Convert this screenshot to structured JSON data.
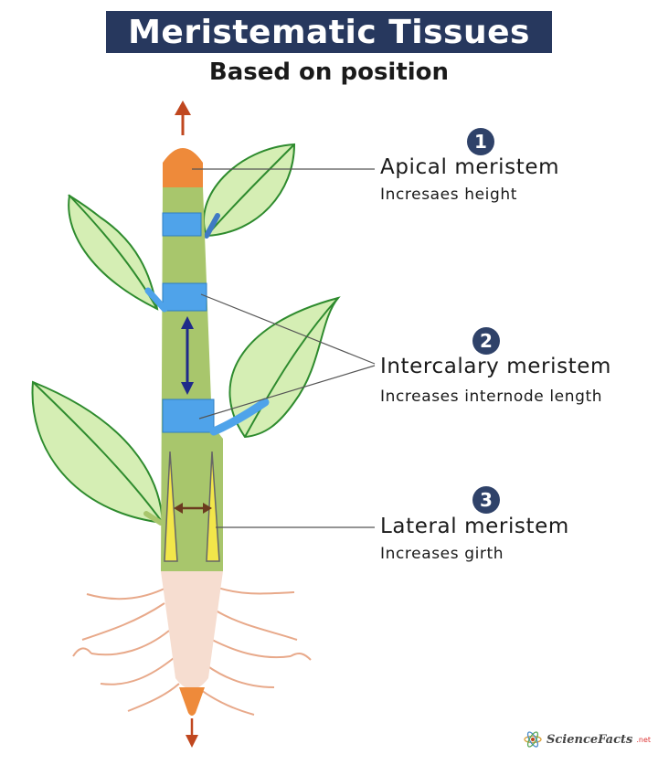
{
  "header": {
    "title": "Meristematic Tissues",
    "subtitle": "Based on position"
  },
  "labels": [
    {
      "number": "1",
      "name": "Apical meristem",
      "function": "Incresaes height"
    },
    {
      "number": "2",
      "name": "Intercalary meristem",
      "function": "Increases internode length"
    },
    {
      "number": "3",
      "name": "Lateral meristem",
      "function": "Increases girth"
    }
  ],
  "branding": {
    "name": "ScienceFacts",
    "suffix": ".net",
    "logo_icon": "atom-icon"
  },
  "colors": {
    "title_bg": "#27385e",
    "stem_green": "#a8c66c",
    "meristem_blue": "#4fa3ea",
    "apical_orange": "#ee8a3a",
    "lateral_yellow": "#f2e64a",
    "root_pink": "#f6ddd0",
    "leaf_green": "#d5eeb4",
    "arrow_brown": "#c0471f",
    "arrow_navy": "#1f2a8a"
  }
}
